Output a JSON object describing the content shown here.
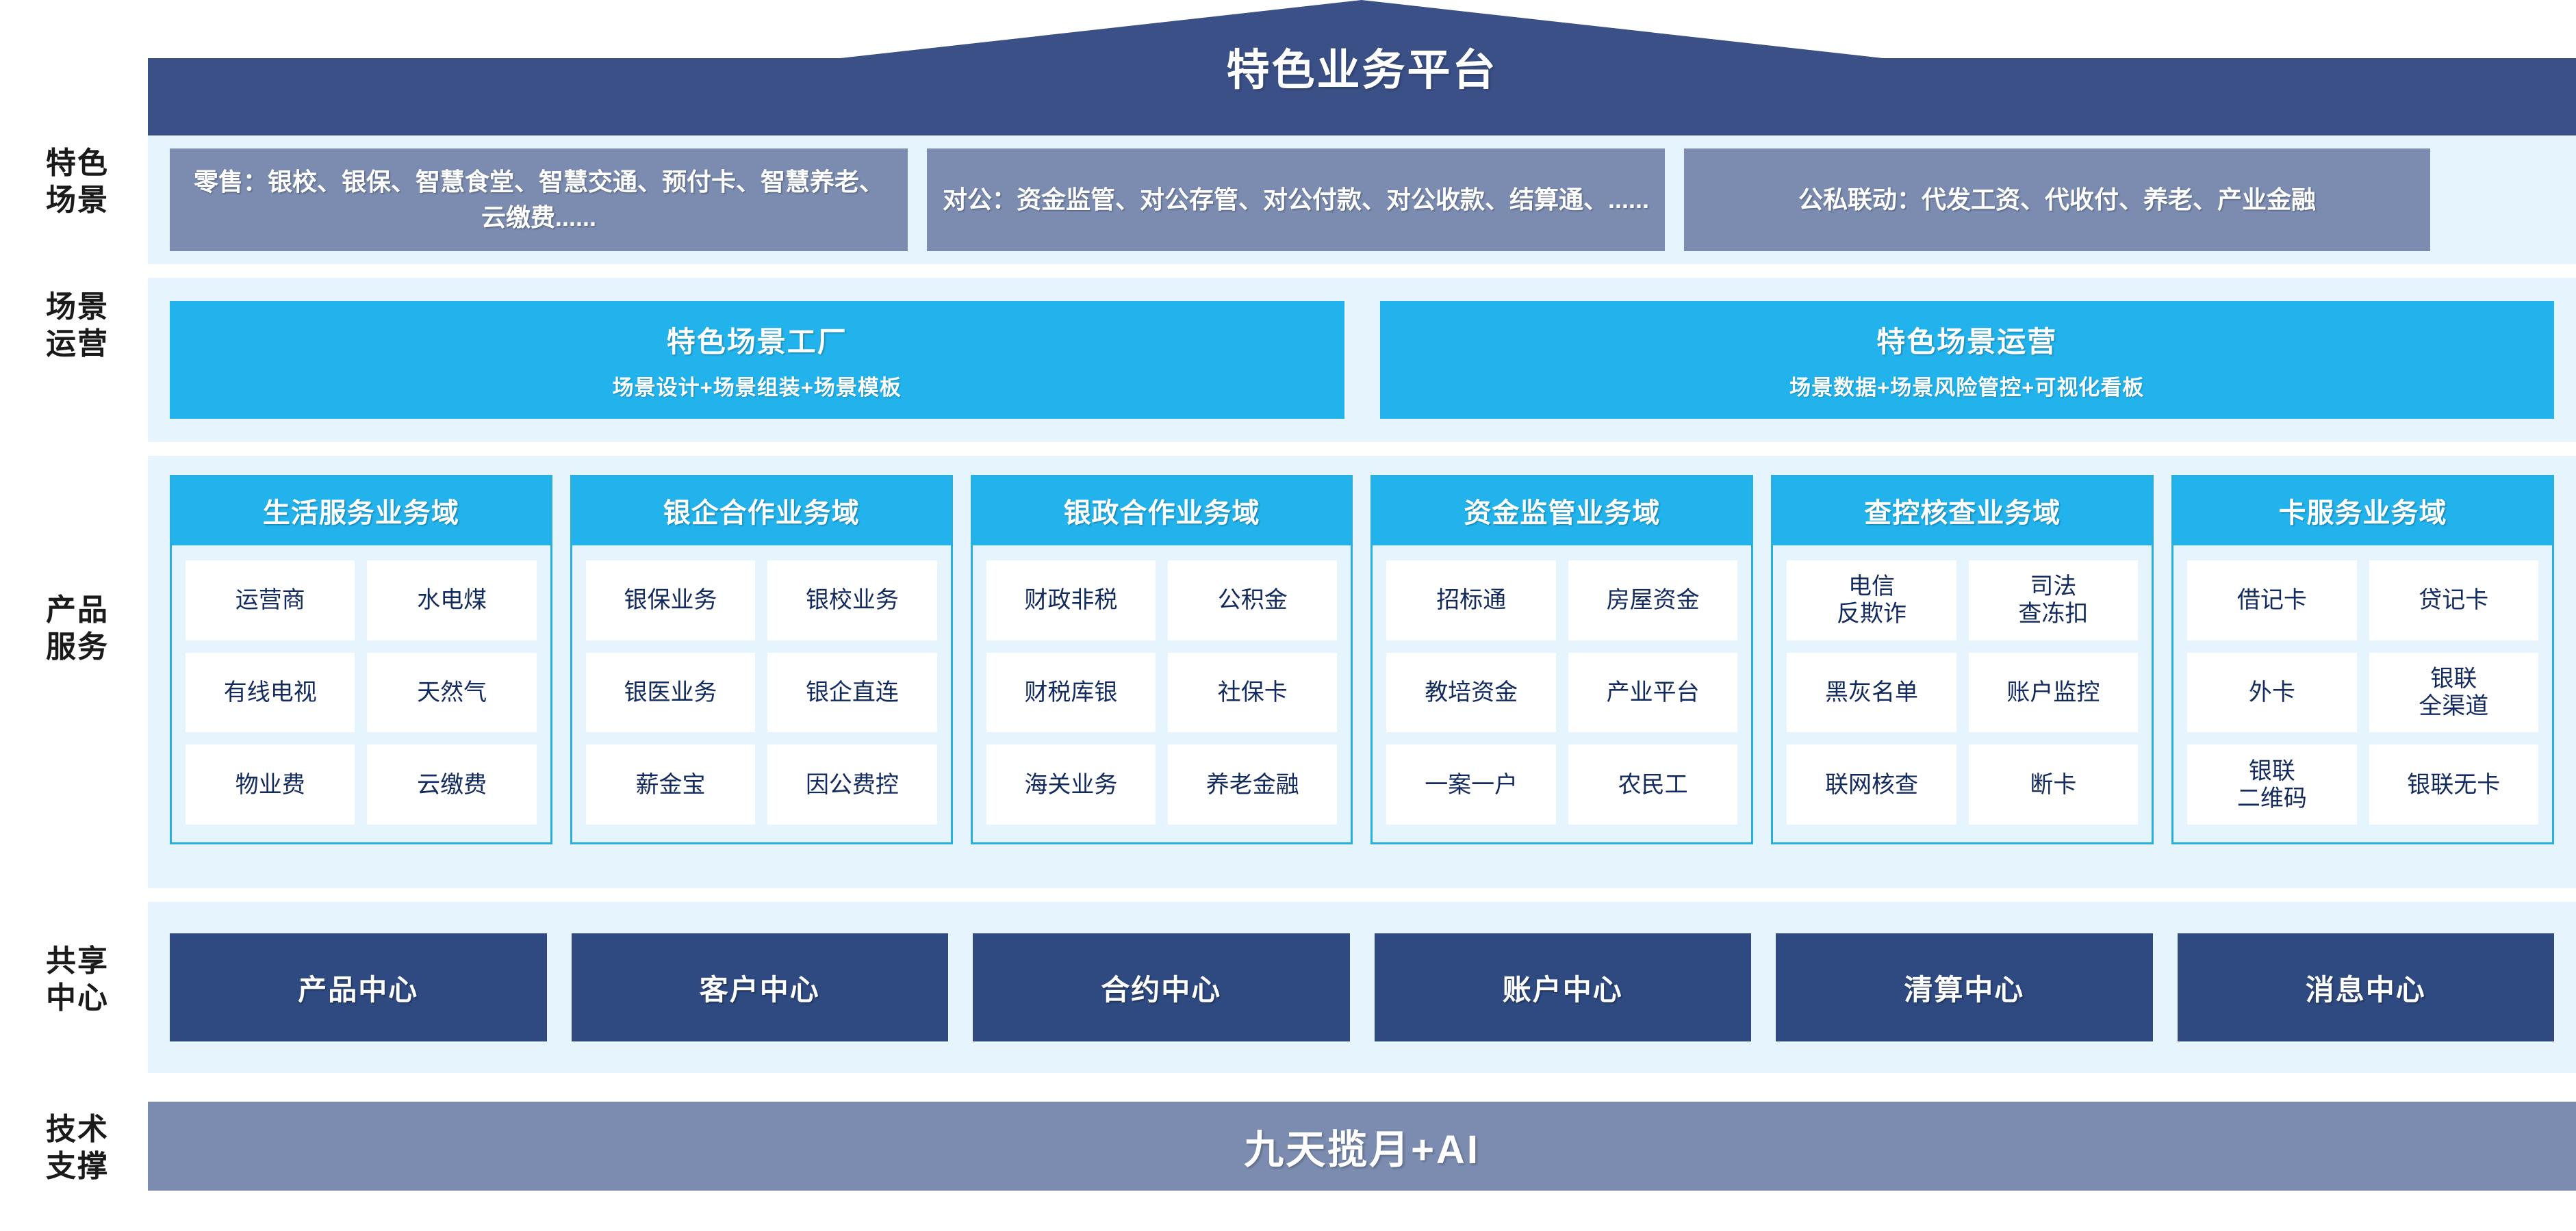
{
  "banner": {
    "title": "特色业务平台",
    "color": "#3a5087"
  },
  "row_labels": {
    "scenarios": "特色\n场景",
    "operations": "场景\n运营",
    "products": "产品\n服务",
    "shared_centers": "共享\n中心",
    "tech_support": "技术\n支撑"
  },
  "scenarios": {
    "boxes": [
      {
        "text": "零售：银校、银保、智慧食堂、智慧交通、预付卡、智慧养老、云缴费......"
      },
      {
        "text": "对公：资金监管、对公存管、对公付款、对公收款、结算通、......"
      },
      {
        "text": "公私联动：代发工资、代收付、养老、产业金融"
      }
    ],
    "box_color": "#7b8cb0"
  },
  "operations": {
    "boxes": [
      {
        "title": "特色场景工厂",
        "subtitle": "场景设计+场景组装+场景模板"
      },
      {
        "title": "特色场景运营",
        "subtitle": "场景数据+场景风险管控+可视化看板"
      }
    ],
    "box_color": "#22b3ec"
  },
  "products": {
    "accent": "#22b3ec",
    "domains": [
      {
        "title": "生活服务业务域",
        "cells": [
          "运营商",
          "水电煤",
          "有线电视",
          "天然气",
          "物业费",
          "云缴费"
        ]
      },
      {
        "title": "银企合作业务域",
        "cells": [
          "银保业务",
          "银校业务",
          "银医业务",
          "银企直连",
          "薪金宝",
          "因公费控"
        ]
      },
      {
        "title": "银政合作业务域",
        "cells": [
          "财政非税",
          "公积金",
          "财税库银",
          "社保卡",
          "海关业务",
          "养老金融"
        ]
      },
      {
        "title": "资金监管业务域",
        "cells": [
          "招标通",
          "房屋资金",
          "教培资金",
          "产业平台",
          "一案一户",
          "农民工"
        ]
      },
      {
        "title": "查控核查业务域",
        "cells": [
          "电信\n反欺诈",
          "司法\n查冻扣",
          "黑灰名单",
          "账户监控",
          "联网核查",
          "断卡"
        ]
      },
      {
        "title": "卡服务业务域",
        "cells": [
          "借记卡",
          "贷记卡",
          "外卡",
          "银联\n全渠道",
          "银联\n二维码",
          "银联无卡"
        ]
      }
    ]
  },
  "shared_centers": {
    "box_color": "#2e4a80",
    "items": [
      "产品中心",
      "客户中心",
      "合约中心",
      "账户中心",
      "清算中心",
      "消息中心"
    ]
  },
  "tech_support": {
    "label": "九天揽月+AI",
    "bar_color": "#7b8cb0"
  }
}
